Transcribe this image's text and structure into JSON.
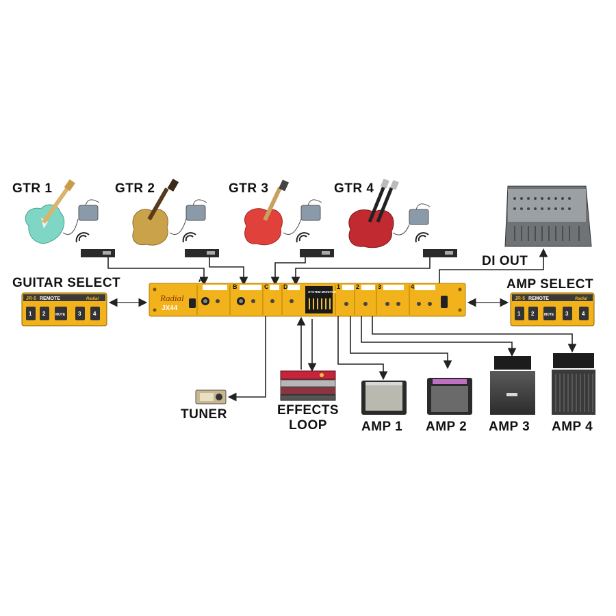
{
  "labels": {
    "gtr1": "GTR 1",
    "gtr2": "GTR 2",
    "gtr3": "GTR 3",
    "gtr4": "GTR 4",
    "guitar_select": "GUITAR SELECT",
    "amp_select": "AMP SELECT",
    "di_out": "DI OUT",
    "tuner": "TUNER",
    "effects_loop_1": "EFFECTS",
    "effects_loop_2": "LOOP",
    "amp1": "AMP 1",
    "amp2": "AMP 2",
    "amp3": "AMP 3",
    "amp4": "AMP 4"
  },
  "device": {
    "brand": "Radial",
    "model": "JX44",
    "input_channels": [
      "A",
      "B",
      "C",
      "D"
    ],
    "output_channels": [
      "1",
      "2",
      "3",
      "4"
    ],
    "monitor_label": "SYSTEM MONITOR"
  },
  "remote": {
    "name": "REMOTE",
    "badge": "JR-5",
    "brand": "Radial",
    "buttons": [
      "1",
      "2",
      "MUTE",
      "3",
      "4"
    ]
  },
  "colors": {
    "unit_yellow": "#f2b21c",
    "gtr1": "#7fd6c4",
    "gtr2": "#c9a24a",
    "gtr3": "#e0413a",
    "gtr4": "#c02a30",
    "line": "#222222"
  }
}
